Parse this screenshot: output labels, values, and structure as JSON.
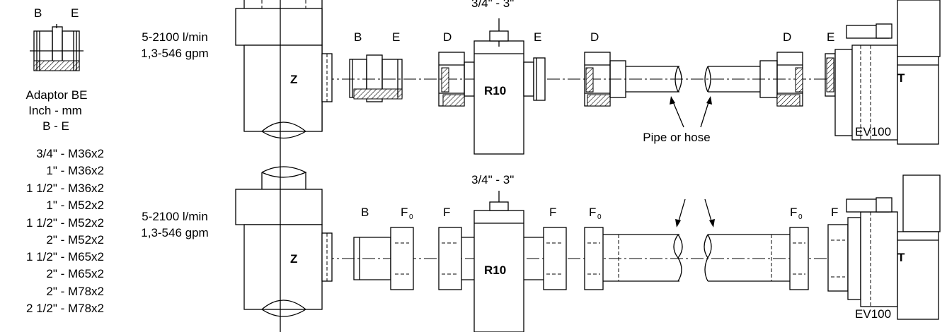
{
  "adaptor_panel": {
    "header_b": "B",
    "header_e": "E",
    "title_line1": "Adaptor BE",
    "title_line2": "Inch - mm",
    "title_line3": "B - E",
    "sizes": [
      "3/4\" - M36x2",
      "1\" - M36x2",
      "1 1/2\" - M36x2",
      "1\" - M52x2",
      "1 1/2\" - M52x2",
      "2\" - M52x2",
      "1 1/2\" - M65x2",
      "2\" - M65x2",
      "2\" - M78x2",
      "2 1/2\" - M78x2"
    ]
  },
  "top_assembly": {
    "flow_lpm": "5-2100 l/min",
    "flow_gpm": "1,3-546 gpm",
    "size_range": "3/4\" - 3\"",
    "inlet_label": "Z",
    "meter_label": "R10",
    "valve_label": "T",
    "valve_model": "EV100",
    "pipe_label": "Pipe or hose",
    "part_labels": [
      "B",
      "E",
      "D",
      "E",
      "D",
      "D",
      "E"
    ]
  },
  "bottom_assembly": {
    "flow_lpm": "5-2100 l/min",
    "flow_gpm": "1,3-546 gpm",
    "size_range": "3/4\" - 3\"",
    "inlet_label": "Z",
    "meter_label": "R10",
    "valve_label": "T",
    "valve_model": "EV100",
    "part_labels": [
      "B",
      "F",
      "F",
      "F",
      "F",
      "F",
      "F"
    ],
    "subscript": "0"
  }
}
